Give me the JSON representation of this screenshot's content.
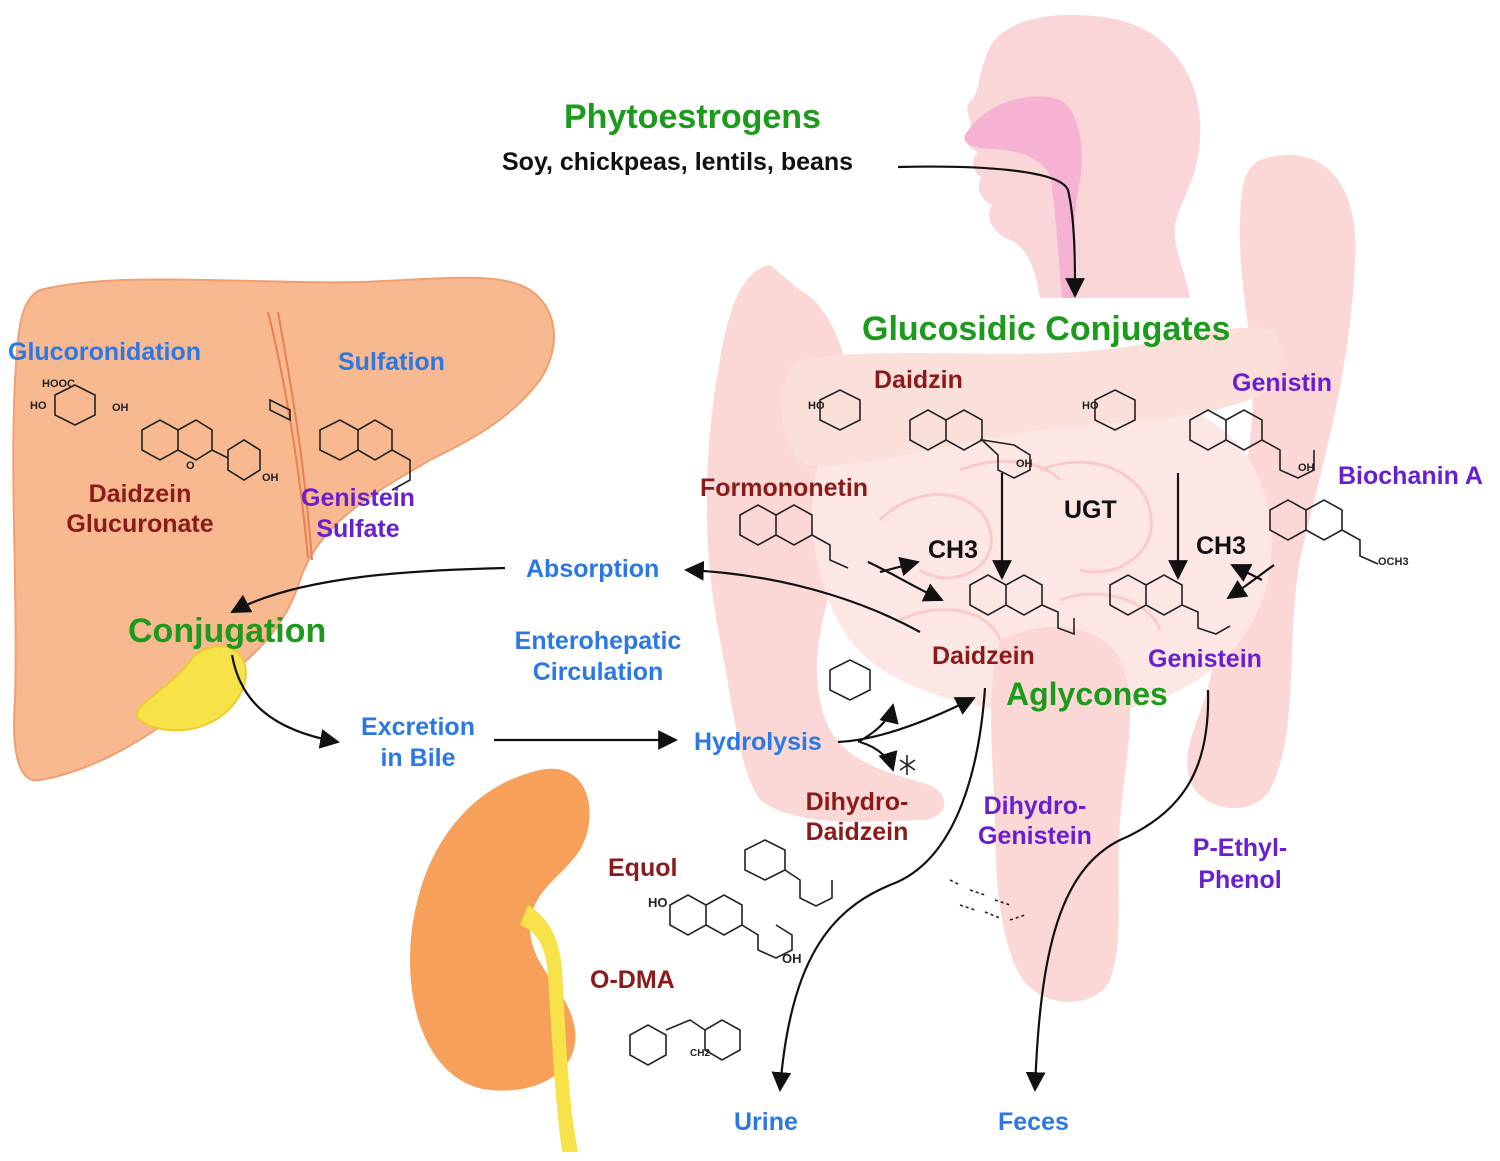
{
  "title": "Phytoestrogens",
  "sources": "Soy, chickpeas, lentils, beans",
  "colors": {
    "process": "#2b78e4",
    "heading": "#1c9a1c",
    "daidzein_group": "#8b1a1a",
    "genistein_group": "#6a1fcf",
    "body": "#fbd6d3",
    "liver": "#f8b890",
    "kidney": "#f6a05a",
    "gallbladder": "#f7e24a"
  },
  "labels": {
    "glucosidic_conjugates": "Glucosidic Conjugates",
    "daidzin": "Daidzin",
    "genistin": "Genistin",
    "biochanin_a": "Biochanin A",
    "formononetin": "Formononetin",
    "ugt": "UGT",
    "ch3_left": "CH3",
    "ch3_right": "CH3",
    "daidzein": "Daidzein",
    "genistein": "Genistein",
    "aglycones": "Aglycones",
    "glucoronidation": "Glucoronidation",
    "sulfation": "Sulfation",
    "daidzein_glucuronate": [
      "Daidzein",
      "Glucuronate"
    ],
    "genistein_sulfate": [
      "Genistein",
      "Sulfate"
    ],
    "conjugation": "Conjugation",
    "absorption": "Absorption",
    "enterohepatic_circulation": [
      "Enterohepatic",
      "Circulation"
    ],
    "excretion_in_bile": [
      "Excretion",
      "in Bile"
    ],
    "hydrolysis": "Hydrolysis",
    "dihydro_daidzein": [
      "Dihydro-",
      "Daidzein"
    ],
    "dihydro_genistein": [
      "Dihydro-",
      "Genistein"
    ],
    "p_ethyl_phenol": [
      "P-Ethyl-",
      "Phenol"
    ],
    "equol": "Equol",
    "o_dma": "O-DMA",
    "urine": "Urine",
    "feces": "Feces"
  },
  "structure_labels": {
    "hooc": "HOOC",
    "ho": "HO",
    "oh": "OH",
    "o": "O",
    "och3": "OCH3",
    "ch2": "CH2"
  },
  "icons": [
    "head-silhouette-icon",
    "intestine-icon",
    "liver-icon",
    "gallbladder-icon",
    "kidney-icon",
    "ureter-icon",
    "chemical-structure-icon",
    "flow-arrow-icon"
  ]
}
